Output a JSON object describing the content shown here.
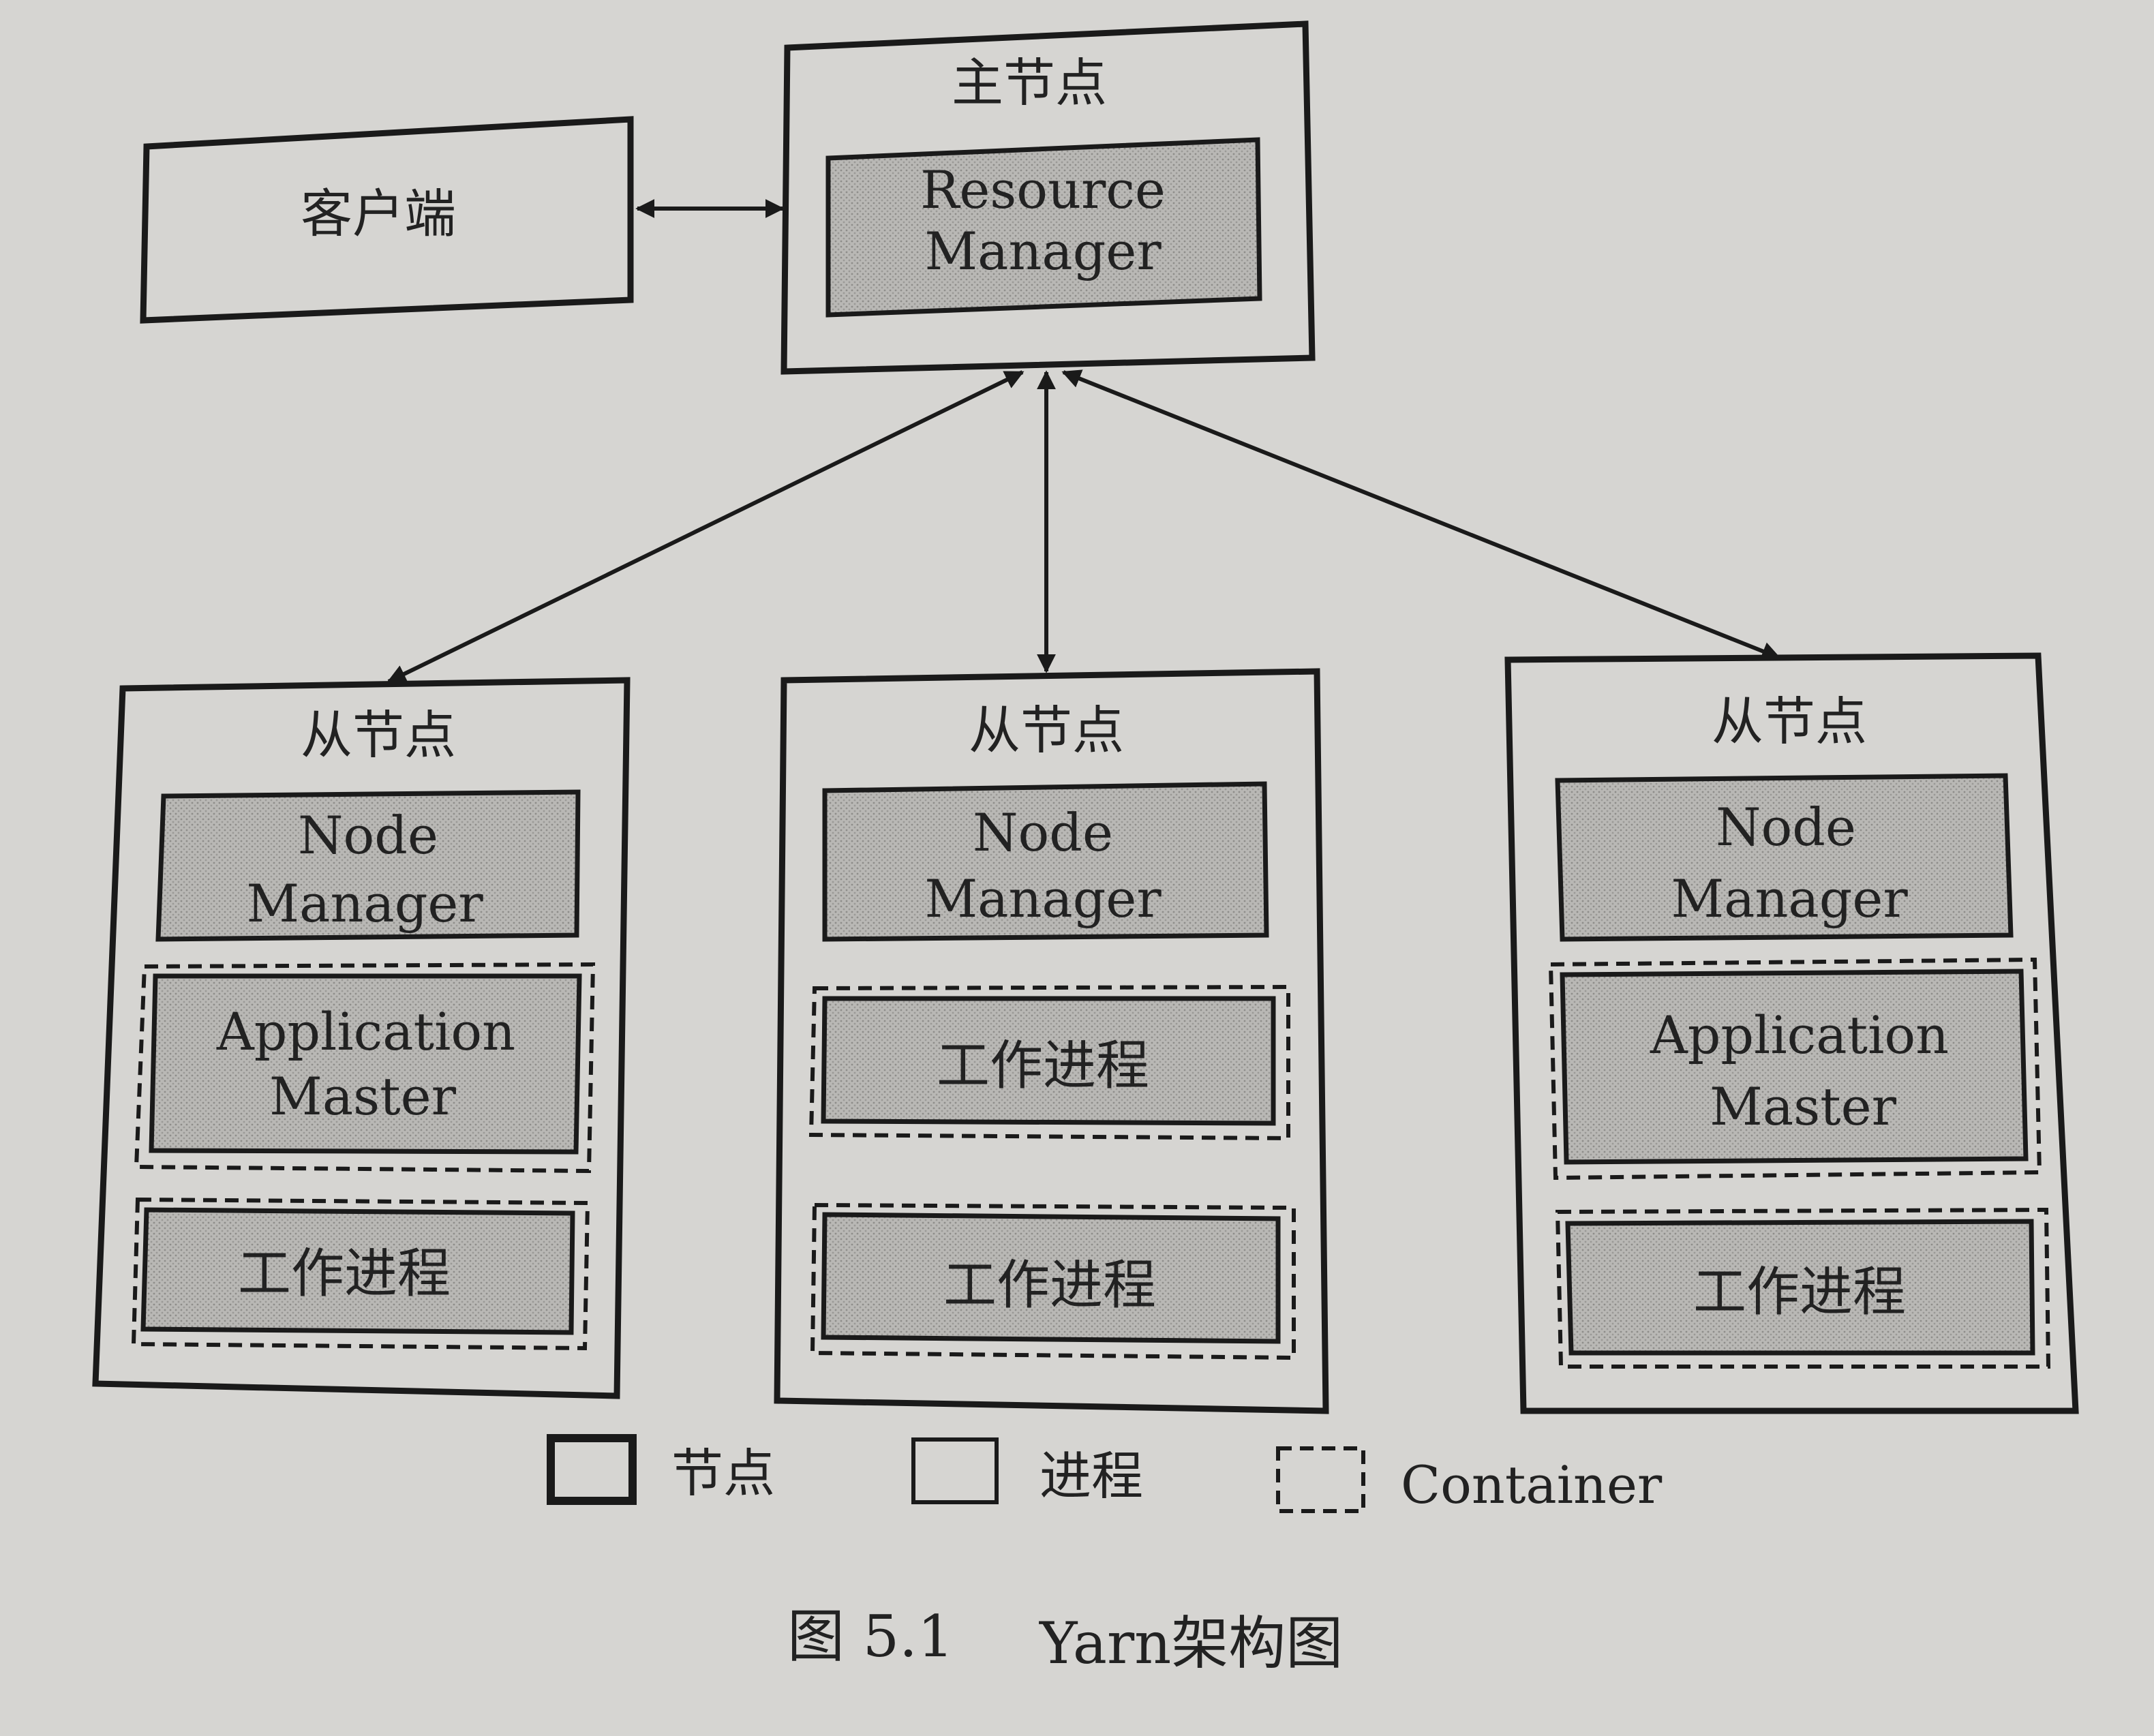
{
  "master_node": {
    "title": "主节点",
    "resource_manager": [
      "Resource",
      "Manager"
    ]
  },
  "client": {
    "label": "客户端"
  },
  "worker_nodes": [
    {
      "title": "从节点",
      "node_manager": [
        "Node",
        "Manager"
      ],
      "containers": [
        {
          "label": [
            "Application",
            "Master"
          ]
        },
        {
          "label": [
            "工作进程"
          ]
        }
      ]
    },
    {
      "title": "从节点",
      "node_manager": [
        "Node",
        "Manager"
      ],
      "containers": [
        {
          "label": [
            "工作进程"
          ]
        },
        {
          "label": [
            "工作进程"
          ]
        }
      ]
    },
    {
      "title": "从节点",
      "node_manager": [
        "Node",
        "Manager"
      ],
      "containers": [
        {
          "label": [
            "Application",
            "Master"
          ]
        },
        {
          "label": [
            "工作进程"
          ]
        }
      ]
    }
  ],
  "legend": {
    "node": "节点",
    "process": "进程",
    "container": "Container"
  },
  "caption": {
    "number": "图 5.1",
    "title": "Yarn架构图"
  }
}
